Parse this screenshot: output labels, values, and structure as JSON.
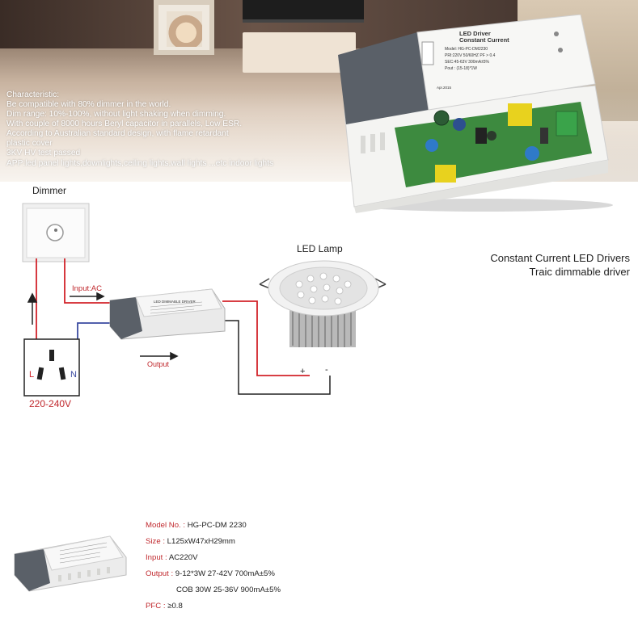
{
  "banner": {
    "characteristic_lines": [
      "Characteristic:",
      "Be compatible with 80% dimmer in the world.",
      "Dim range: 10%-100%, without light shaking when dimming.",
      "With couple of 8000 hours Beryl capacitor in parallels, Low ESR.",
      "According to Australian standard design, with flame retardant",
      "plastic cover",
      "3KV HV test passed"
    ],
    "app_line": "APP:led panel lights,downlights,ceiling lights,wall lights ...etc indoor lights",
    "driver_label": {
      "line1": "LED Driver",
      "line2": "Constant Current",
      "model": "Model: HG-PC-DM2230",
      "pri": "PRI:220V  50/60HZ   PF > 0.4",
      "sec": "SEC:45-63V  300mA±5%",
      "pout": "Pout : (15-18)*1W",
      "date": "Apr.2015"
    }
  },
  "diagram": {
    "dimmer_label": "Dimmer",
    "led_lamp_label": "LED Lamp",
    "input_label": "Input:AC",
    "output_label": "Output",
    "voltage_label": "220-240V",
    "socket_L": "L",
    "socket_N": "N",
    "plus": "+",
    "minus": "-",
    "driver_small_title": "LED DIMMABLE DRIVER",
    "title_line1": "Constant Current LED Drivers",
    "title_line2": "Traic dimmable driver"
  },
  "specs": {
    "model_key": "Model No. : ",
    "model_val": "HG-PC-DM 2230",
    "size_key": "Size : ",
    "size_val": "L125xW47xH29mm",
    "input_key": "Input : ",
    "input_val": "AC220V",
    "output_key": "Output : ",
    "output_val1": "9-12*3W  27-42V  700mA±5%",
    "output_val2": "COB 30W  25-36V  900mA±5%",
    "pfc_key": "PFC : ",
    "pfc_val": "≥0.8"
  },
  "colors": {
    "accent_red": "#c0282d",
    "wire_red": "#d2232a",
    "wire_blue": "#3a4aa0",
    "wire_black": "#222222"
  }
}
